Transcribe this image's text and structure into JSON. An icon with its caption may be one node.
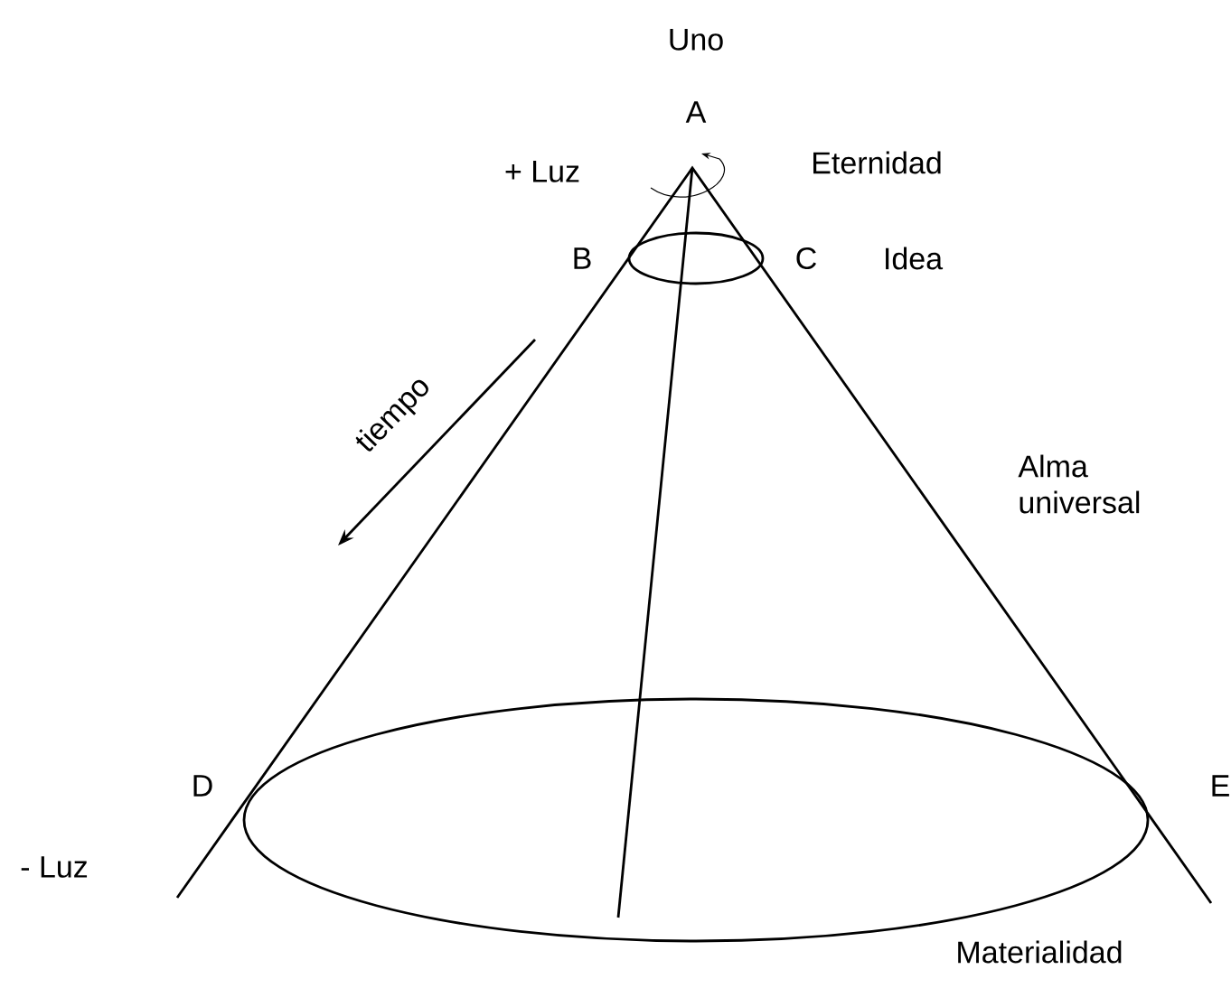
{
  "diagram": {
    "labels": [
      "Uno",
      "A",
      "+ Luz",
      "Eternidad",
      "B",
      "C",
      "Idea",
      "tiempo",
      "Alma universal",
      "D",
      "E",
      "- Luz",
      "Materialidad"
    ]
  }
}
